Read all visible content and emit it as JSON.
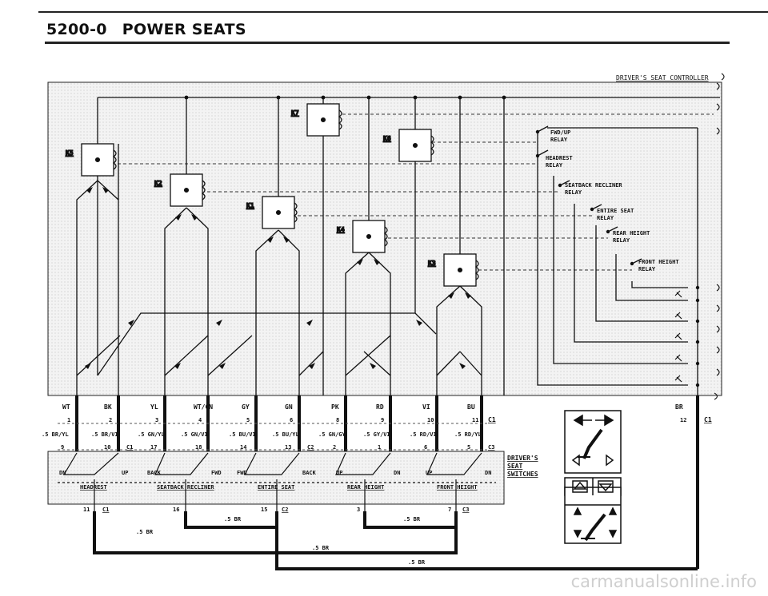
{
  "page": {
    "code": "5200-0",
    "title": "POWER SEATS"
  },
  "controller": {
    "label": "DRIVER'S SEAT CONTROLLER"
  },
  "relays": [
    {
      "id": "K7"
    },
    {
      "id": "K6"
    },
    {
      "id": "K5"
    },
    {
      "id": "K2"
    },
    {
      "id": "K1"
    },
    {
      "id": "K4"
    },
    {
      "id": "K3"
    }
  ],
  "relay_labels": [
    "FWD/UP RELAY",
    "HEADREST RELAY",
    "SEATBACK RECLINER RELAY",
    "ENTIRE SEAT RELAY",
    "REAR HEIGHT RELAY",
    "FRONT HEIGHT RELAY"
  ],
  "wire_colors": [
    "WT",
    "BK",
    "YL",
    "WT/GN",
    "GY",
    "GN",
    "PK",
    "RD",
    "VI",
    "BU",
    "BR"
  ],
  "pins_c1_top": [
    "1",
    "2",
    "3",
    "4",
    "5",
    "6",
    "8",
    "9",
    "10",
    "11",
    "12"
  ],
  "wires_lower": [
    ".5 BR/YL",
    ".5 BR/VI",
    ".5 GN/YL",
    ".5 GN/VI",
    ".5 BU/VI",
    ".5 BU/YL",
    ".5 GN/GY",
    ".5 GY/VI",
    ".5 RD/VI",
    ".5 RD/YL"
  ],
  "pins_lower": [
    "9",
    "10",
    "17",
    "18",
    "14",
    "13",
    "2",
    "1",
    "6",
    "5"
  ],
  "connectors": {
    "c1": "C1",
    "c2": "C2",
    "c3": "C3"
  },
  "switch_labels": {
    "dirs": [
      "DN",
      "UP",
      "BACK",
      "FWD",
      "FWD",
      "BACK",
      "UP",
      "DN",
      "UP",
      "DN"
    ],
    "groups": [
      "HEADREST",
      "SEATBACK RECLINER",
      "ENTIRE SEAT",
      "REAR HEIGHT",
      "FRONT HEIGHT"
    ]
  },
  "switches_title": "DRIVER'S SEAT SWITCHES",
  "bottom_pins": [
    "11",
    "16",
    "15",
    "3",
    "7"
  ],
  "ground_label": ".5 BR",
  "watermark": "carmanualsonline.info"
}
